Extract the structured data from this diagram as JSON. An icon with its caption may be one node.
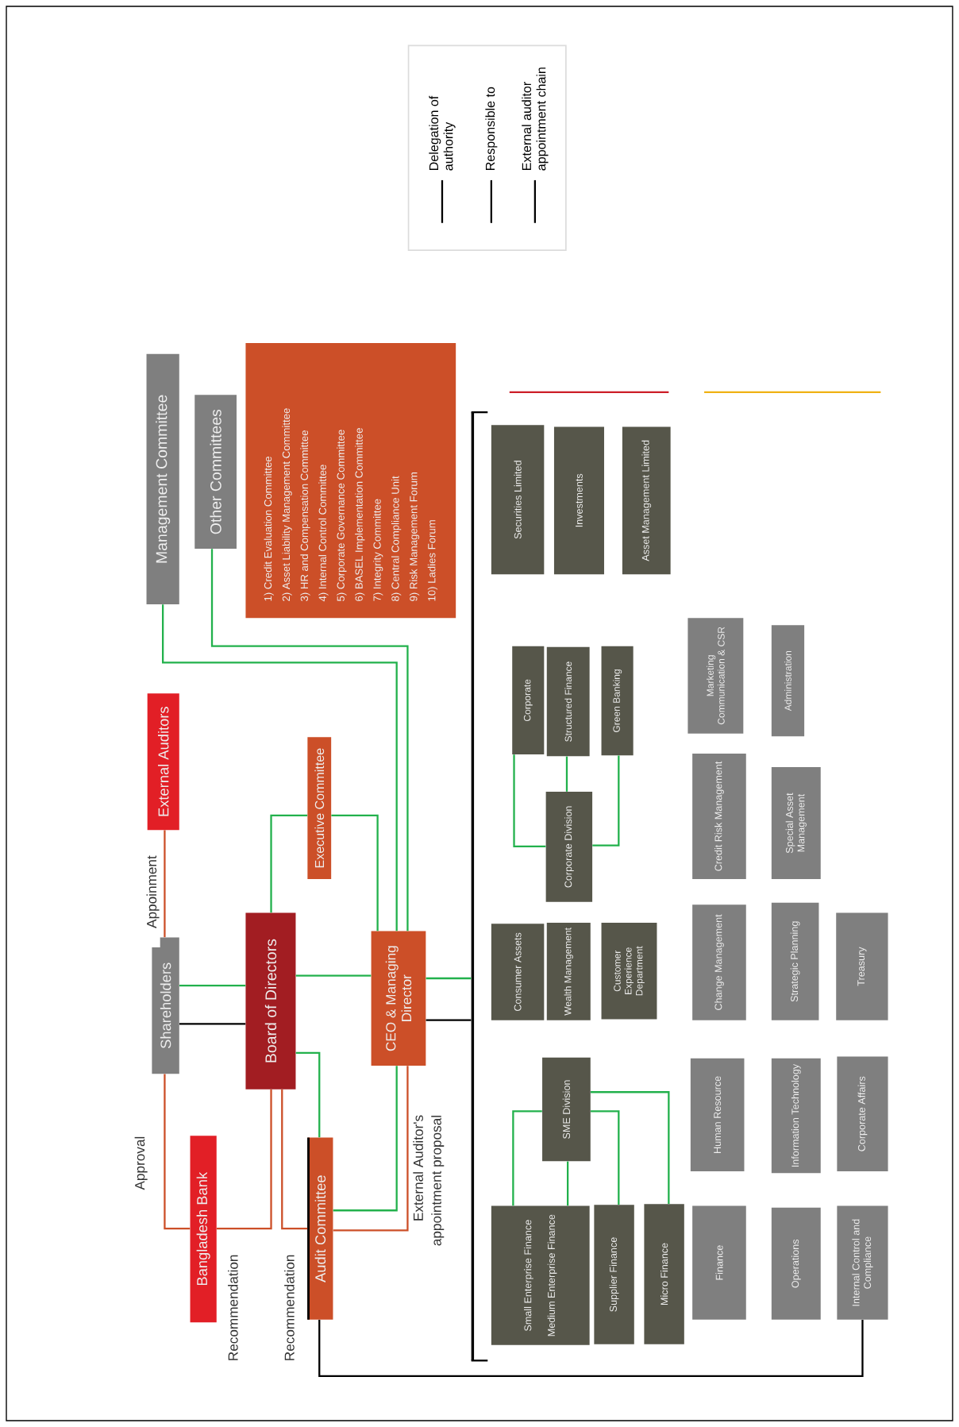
{
  "diagram": {
    "nodes": [
      {
        "text": [
          "Management Committee"
        ]
      },
      {
        "text": [
          "Other Committees"
        ]
      },
      {
        "text": [
          "1) Credit Evaluation Committee",
          "2) Asset Liability Management Committee",
          "3) HR and Compensation Committee",
          "4) Internal Control Committee",
          "5) Corporate Governance Committee",
          "6) BASEL Implementation Committee",
          "7) Integrity Committee",
          "8) Central Compliance Unit",
          "9) Risk Management Forum",
          "10) Ladies Forum"
        ]
      },
      {
        "text": [
          "External Auditors"
        ]
      },
      {
        "text": [
          "Executive Committee"
        ]
      },
      {
        "text": [
          "Shareholders"
        ]
      },
      {
        "text": [
          "Board of Directors"
        ]
      },
      {
        "text": [
          "CEO & Managing Director"
        ]
      },
      {
        "text": [
          "Bangladesh Bank"
        ]
      },
      {
        "text": [
          "Audit Committee"
        ]
      },
      {
        "text": [
          "Securities Limited"
        ]
      },
      {
        "text": [
          "Investments"
        ]
      },
      {
        "text": [
          "Asset Management Limited"
        ]
      },
      {
        "text": [
          "Corporate"
        ]
      },
      {
        "text": [
          "Structured Finance"
        ]
      },
      {
        "text": [
          "Green Banking"
        ]
      },
      {
        "text": [
          "Corporate Division"
        ]
      },
      {
        "text": [
          "Consumer Assets"
        ]
      },
      {
        "text": [
          "Wealth Management"
        ]
      },
      {
        "text": [
          "Customer Experience Department"
        ]
      },
      {
        "text": [
          "SME Division"
        ]
      },
      {
        "text": [
          "Small Enterprise Finance",
          "Medium Enterprise Finance"
        ]
      },
      {
        "text": [
          "Supplier Finance"
        ]
      },
      {
        "text": [
          "Micro Finance"
        ]
      },
      {
        "text": [
          "Marketing Communication & CSR"
        ]
      },
      {
        "text": [
          "Administration"
        ]
      },
      {
        "text": [
          "Credit Risk Management"
        ]
      },
      {
        "text": [
          "Special Asset Management"
        ]
      },
      {
        "text": [
          "Change Management"
        ]
      },
      {
        "text": [
          "Strategic Planning"
        ]
      },
      {
        "text": [
          "Treasury"
        ]
      },
      {
        "text": [
          "Human Resource"
        ]
      },
      {
        "text": [
          "Information Technology"
        ]
      },
      {
        "text": [
          "Corporate Affairs"
        ]
      },
      {
        "text": [
          "Finance"
        ]
      },
      {
        "text": [
          "Operations"
        ]
      },
      {
        "text": [
          "Internal Control and Compliance"
        ]
      },
      {
        "text": [],
        "shape": "bar"
      }
    ],
    "edges": [
      {
        "from": 3,
        "to": 5,
        "arrow": "none",
        "color": "#cc4f28",
        "label": "Appoinment"
      },
      {
        "from": 5,
        "to": 6,
        "arrow": "none"
      },
      {
        "from": 5,
        "to": 6,
        "arrow": "none",
        "color": "#000000"
      },
      {
        "from": 5,
        "to": 8,
        "arrow": "none",
        "color": "#cc4f28",
        "label": "Approval"
      },
      {
        "from": 8,
        "to": 6,
        "arrow": "none",
        "color": "#cc4f28",
        "label": "Recommendation"
      },
      {
        "from": 6,
        "to": 4,
        "arrow": "none"
      },
      {
        "from": 4,
        "to": 7,
        "arrow": "none"
      },
      {
        "from": 6,
        "to": 7,
        "arrow": "none"
      },
      {
        "from": 6,
        "to": 9,
        "arrow": "none"
      },
      {
        "from": 9,
        "to": 6,
        "arrow": "none",
        "color": "#cc4f28",
        "label": "Recommendation"
      },
      {
        "from": 7,
        "to": 9,
        "arrow": "none"
      },
      {
        "from": 7,
        "to": 9,
        "arrow": "none",
        "color": "#cc4f28",
        "label": "External Auditor's appointment proposal"
      },
      {
        "from": 0,
        "to": 7,
        "arrow": "none"
      },
      {
        "from": 1,
        "to": 7,
        "arrow": "none"
      },
      {
        "from": 7,
        "to": 37,
        "arrow": "none"
      },
      {
        "from": 7,
        "to": 37,
        "arrow": "none",
        "color": "#000000"
      },
      {
        "from": 9,
        "to": 36,
        "arrow": "none",
        "color": "#000000"
      },
      {
        "from": 16,
        "to": 13,
        "arrow": "none"
      },
      {
        "from": 16,
        "to": 14,
        "arrow": "none"
      },
      {
        "from": 16,
        "to": 15,
        "arrow": "none"
      },
      {
        "from": 20,
        "to": 21,
        "arrow": "none"
      },
      {
        "from": 20,
        "to": 21,
        "arrow": "none"
      },
      {
        "from": 20,
        "to": 22,
        "arrow": "none"
      },
      {
        "from": 20,
        "to": 23,
        "arrow": "none"
      }
    ],
    "legend": [
      {
        "text": "Delegation of authority"
      },
      {
        "text": "Responsible to"
      },
      {
        "text": "External auditor appointment chain"
      }
    ]
  }
}
